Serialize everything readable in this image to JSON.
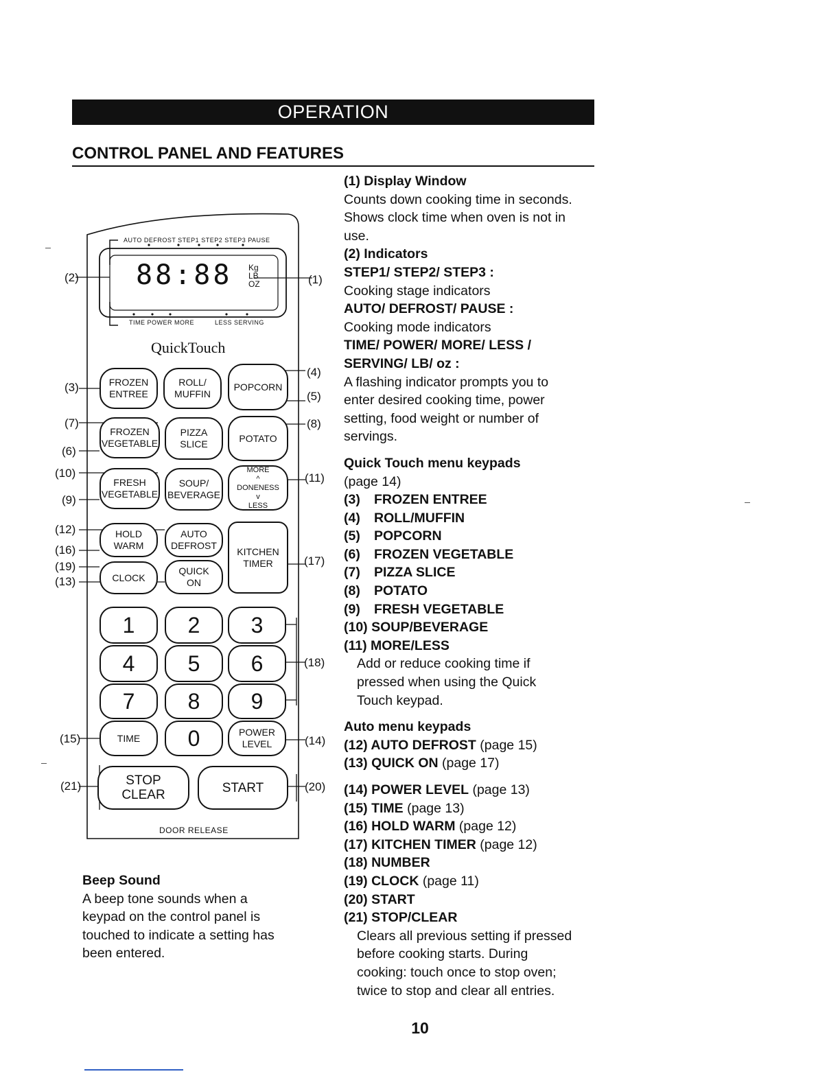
{
  "banner": "OPERATION",
  "section_title": "CONTROL PANEL AND FEATURES",
  "panel": {
    "top_indicators": "AUTO DEFROST STEP1 STEP2 STEP3 PAUSE",
    "display_digits": "88:88",
    "units": [
      "Kg",
      "LB",
      "OZ"
    ],
    "bottom_indicators_left": "TIME POWER MORE",
    "bottom_indicators_right": "LESS SERVING",
    "brand": "QuickTouch",
    "door_release": "DOOR RELEASE",
    "keys": {
      "frozen_entree": [
        "FROZEN",
        "ENTREE"
      ],
      "roll_muffin": [
        "ROLL/",
        "MUFFIN"
      ],
      "popcorn": [
        "POPCORN"
      ],
      "frozen_vegetable": [
        "FROZEN",
        "VEGETABLE"
      ],
      "pizza_slice": [
        "PIZZA",
        "SLICE"
      ],
      "potato": [
        "POTATO"
      ],
      "fresh_vegetable": [
        "FRESH",
        "VEGETABLE"
      ],
      "soup_beverage": [
        "SOUP/",
        "BEVERAGE"
      ],
      "more": "MORE",
      "doneness": "DONENESS",
      "less": "LESS",
      "hold_warm": [
        "HOLD",
        "WARM"
      ],
      "auto_defrost": [
        "AUTO",
        "DEFROST"
      ],
      "kitchen_timer": [
        "KITCHEN",
        "TIMER"
      ],
      "clock": [
        "CLOCK"
      ],
      "quick_on": [
        "QUICK",
        "ON"
      ],
      "n1": "1",
      "n2": "2",
      "n3": "3",
      "n4": "4",
      "n5": "5",
      "n6": "6",
      "n7": "7",
      "n8": "8",
      "n9": "9",
      "n0": "0",
      "time": [
        "TIME"
      ],
      "power_level": [
        "POWER",
        "LEVEL"
      ],
      "stop_clear": [
        "STOP",
        "CLEAR"
      ],
      "start": [
        "START"
      ]
    },
    "callouts": {
      "c1": "(1)",
      "c2": "(2)",
      "c3": "(3)",
      "c4": "(4)",
      "c5": "(5)",
      "c6": "(6)",
      "c7": "(7)",
      "c8": "(8)",
      "c9": "(9)",
      "c10": "(10)",
      "c11": "(11)",
      "c12": "(12)",
      "c13": "(13)",
      "c14": "(14)",
      "c15": "(15)",
      "c16": "(16)",
      "c17": "(17)",
      "c18": "(18)",
      "c19": "(19)",
      "c20": "(20)",
      "c21": "(21)"
    }
  },
  "features": {
    "display_window": {
      "heading": "(1) Display Window",
      "text": [
        "Counts down cooking time in seconds.",
        "Shows clock time when oven is not in",
        "use."
      ]
    },
    "indicators": {
      "heading": "(2) Indicators",
      "step_label": "STEP1/ STEP2/ STEP3 :",
      "step_text": "Cooking stage indicators",
      "mode_label": "AUTO/ DEFROST/ PAUSE :",
      "mode_text": "Cooking mode indicators",
      "time_label": [
        "TIME/ POWER/ MORE/ LESS /",
        "SERVING/ LB/ oz :"
      ],
      "time_text": [
        "A flashing indicator prompts you to",
        "enter desired cooking time, power",
        "setting, food weight or number of",
        "servings."
      ]
    },
    "quick_touch": {
      "heading": "Quick Touch menu keypads",
      "page": "(page 14)",
      "items": [
        {
          "num": "(3)",
          "label": "FROZEN ENTREE"
        },
        {
          "num": "(4)",
          "label": "ROLL/MUFFIN"
        },
        {
          "num": "(5)",
          "label": "POPCORN"
        },
        {
          "num": "(6)",
          "label": "FROZEN VEGETABLE"
        },
        {
          "num": "(7)",
          "label": "PIZZA SLICE"
        },
        {
          "num": "(8)",
          "label": "POTATO"
        },
        {
          "num": "(9)",
          "label": "FRESH VEGETABLE"
        }
      ],
      "item10": "(10) SOUP/BEVERAGE",
      "item11": "(11) MORE/LESS",
      "item11_text": [
        "Add or reduce cooking time if",
        "pressed when using the Quick",
        "Touch keypad."
      ]
    },
    "auto_menu": {
      "heading": "Auto menu keypads",
      "items": [
        {
          "label": "(12) AUTO DEFROST",
          "page": " (page 15)"
        },
        {
          "label": "(13) QUICK ON",
          "page": " (page 17)"
        }
      ]
    },
    "other": {
      "items": [
        {
          "label": "(14) POWER LEVEL",
          "page": " (page 13)"
        },
        {
          "label": "(15) TIME",
          "page": " (page 13)"
        },
        {
          "label": "(16) HOLD WARM",
          "page": "  (page 12)"
        },
        {
          "label": "(17) KITCHEN TIMER",
          "page": " (page 12)"
        },
        {
          "label": "(18) NUMBER",
          "page": ""
        },
        {
          "label": "(19) CLOCK",
          "page": " (page 11)"
        },
        {
          "label": "(20) START",
          "page": ""
        },
        {
          "label": "(21) STOP/CLEAR",
          "page": ""
        }
      ],
      "stop_text": [
        "Clears all previous setting if pressed",
        "before cooking starts. During",
        "cooking: touch once to stop oven;",
        "twice to stop and clear all entries."
      ]
    }
  },
  "beep": {
    "heading": "Beep Sound",
    "text": [
      "A beep tone sounds when a",
      "keypad on the control panel is",
      "touched to indicate a setting has",
      "been entered."
    ]
  },
  "page_number": "10"
}
